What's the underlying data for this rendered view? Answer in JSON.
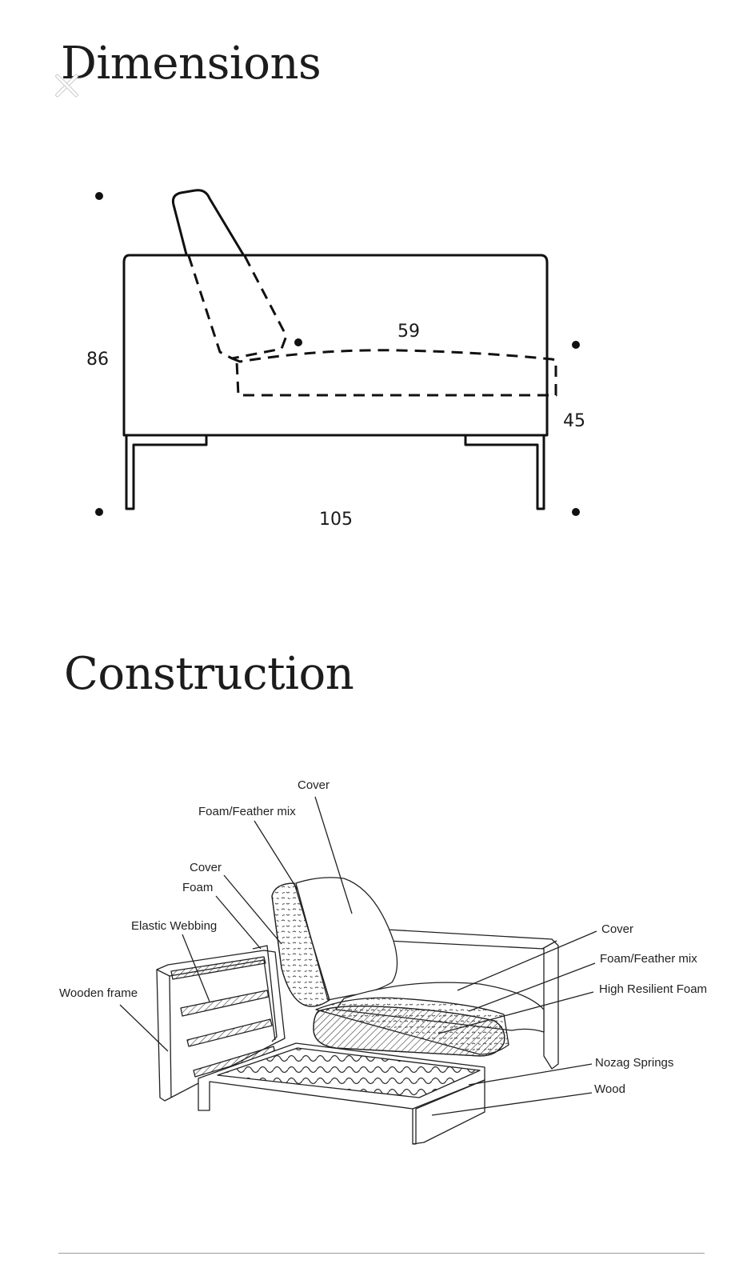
{
  "dimensions": {
    "title": "Dimensions",
    "labels": {
      "height": "86",
      "seat_depth": "59",
      "seat_height": "45",
      "width": "105"
    }
  },
  "construction": {
    "title": "Construction",
    "labels": {
      "cover_back": "Cover",
      "foam_feather_back": "Foam/Feather mix",
      "cover_arm": "Cover",
      "foam_arm": "Foam",
      "elastic_webbing": "Elastic Webbing",
      "wooden_frame": "Wooden frame",
      "cover_seat": "Cover",
      "foam_feather_seat": "Foam/Feather mix",
      "high_resilient_foam": "High Resilient Foam",
      "nozag_springs": "Nozag Springs",
      "wood": "Wood"
    }
  },
  "colors": {
    "line": "#111111",
    "text": "#1a1a1a",
    "rule": "#9a9a9a"
  }
}
